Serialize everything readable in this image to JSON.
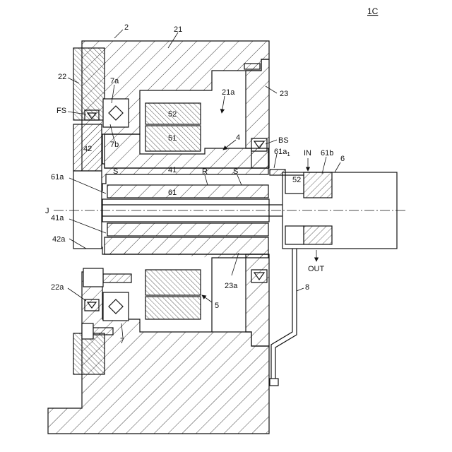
{
  "figure": {
    "figure_ref": "1C",
    "labels": {
      "ref_2": "2",
      "ref_21": "21",
      "ref_22": "22",
      "ref_7a": "7a",
      "ref_21a": "21a",
      "ref_23": "23",
      "ref_FS": "FS",
      "ref_52_magnet": "52",
      "ref_51": "51",
      "ref_7b": "7b",
      "ref_4": "4",
      "ref_BS": "BS",
      "ref_42": "42",
      "ref_61a1": "61a",
      "ref_61a1_sub": "1",
      "ref_IN": "IN",
      "ref_61b": "61b",
      "ref_6": "6",
      "ref_S_left": "S",
      "ref_41": "41",
      "ref_R": "R",
      "ref_S_right": "S",
      "ref_52_port": "52",
      "ref_61a": "61a",
      "ref_61": "61",
      "ref_J": "J",
      "ref_41a": "41a",
      "ref_42a": "42a",
      "ref_OUT": "OUT",
      "ref_23a": "23a",
      "ref_22a": "22a",
      "ref_8": "8",
      "ref_5": "5",
      "ref_7": "7"
    }
  }
}
